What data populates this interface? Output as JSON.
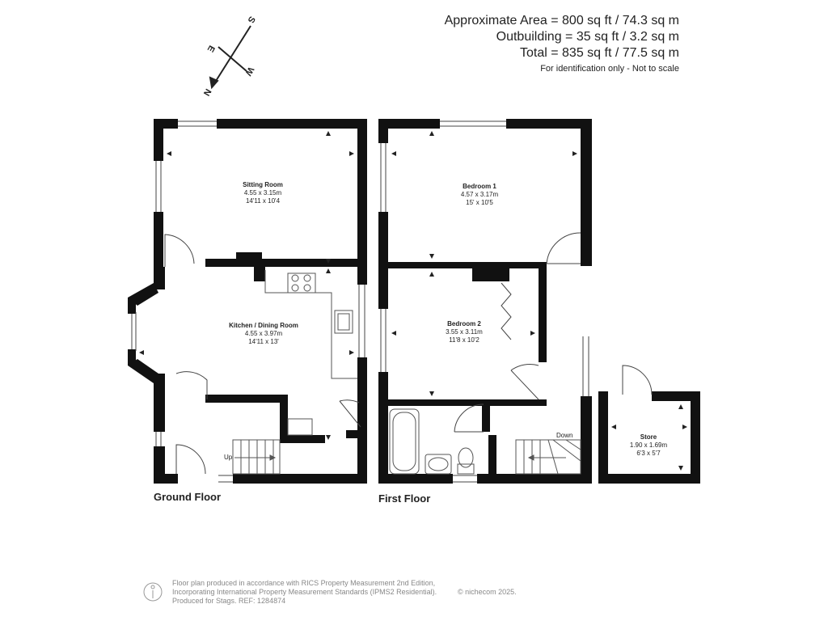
{
  "areas": {
    "approx": "Approximate Area = 800 sq ft / 74.3 sq m",
    "outbuilding": "Outbuilding = 35 sq ft / 3.2 sq m",
    "total": "Total = 835 sq ft / 77.5 sq m",
    "note": "For identification only - Not to scale"
  },
  "compass": {
    "n": "N",
    "s": "S",
    "e": "E",
    "w": "W"
  },
  "floors": {
    "ground": "Ground Floor",
    "first": "First Floor"
  },
  "rooms": {
    "sitting": {
      "name": "Sitting Room",
      "metric": "4.55 x 3.15m",
      "imperial": "14'11 x 10'4"
    },
    "kitchen": {
      "name": "Kitchen / Dining Room",
      "metric": "4.55 x 3.97m",
      "imperial": "14'11 x 13'"
    },
    "bed1": {
      "name": "Bedroom 1",
      "metric": "4.57 x 3.17m",
      "imperial": "15' x 10'5"
    },
    "bed2": {
      "name": "Bedroom 2",
      "metric": "3.55 x 3.11m",
      "imperial": "11'8 x 10'2"
    },
    "store": {
      "name": "Store",
      "metric": "1.90 x 1.69m",
      "imperial": "6'3 x 5'7"
    }
  },
  "stairs": {
    "up": "Up",
    "down": "Down"
  },
  "footer": {
    "line1": "Floor plan produced in accordance with RICS Property Measurement 2nd Edition,",
    "line2": "Incorporating International Property Measurement Standards (IPMS2 Residential).",
    "line3": "Produced for Stags.   REF: 1284874",
    "brand": "© nichecom 2025."
  },
  "colors": {
    "wall": "#111111",
    "line": "#444444",
    "footer": "#888888"
  }
}
